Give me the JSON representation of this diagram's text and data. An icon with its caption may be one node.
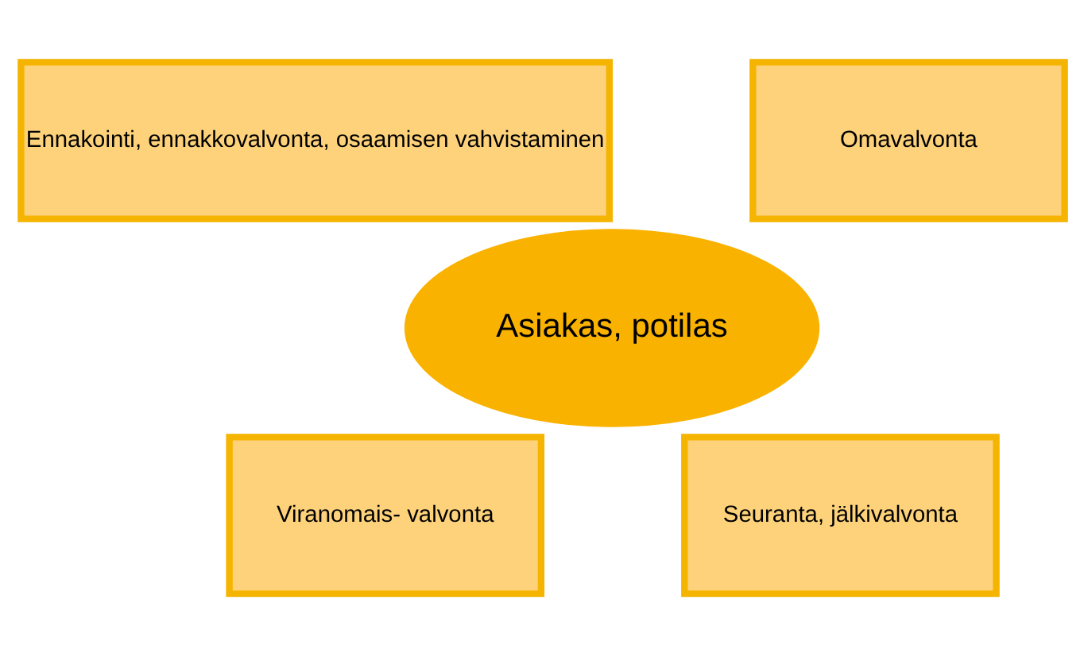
{
  "diagram": {
    "nodes": [
      {
        "text": [
          "Ennakointi, ennakkovalvonta, osaamisen vahvistaminen"
        ]
      },
      {
        "text": [
          "Omavalvonta"
        ]
      },
      {
        "text": [
          "Asiakas, potilas"
        ]
      },
      {
        "text": [
          "Viranomais- valvonta"
        ]
      },
      {
        "text": [
          "Seuranta, jälkivalvonta"
        ]
      }
    ]
  }
}
